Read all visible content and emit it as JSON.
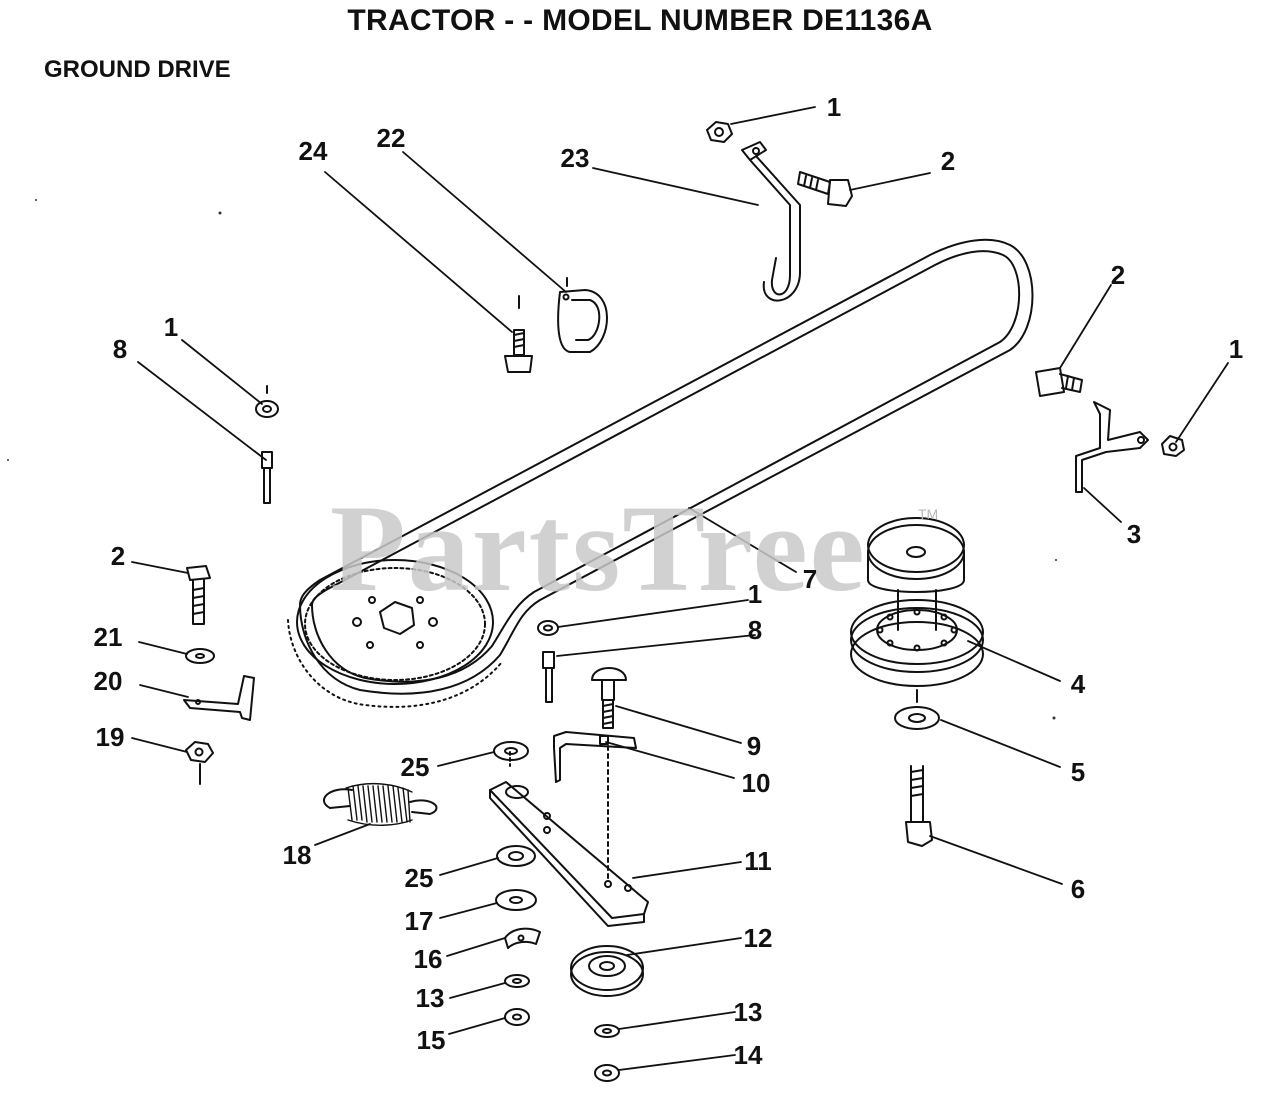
{
  "title": "TRACTOR - - MODEL NUMBER DE1136A",
  "section": "GROUND DRIVE",
  "watermark": {
    "text": "PartsTree",
    "tm": "TM"
  },
  "callouts": {
    "c1a": "1",
    "c2a": "2",
    "c23": "23",
    "c22": "22",
    "c24": "24",
    "c2b": "2",
    "c1b": "1",
    "c1c": "1",
    "c8a": "8",
    "c3": "3",
    "c2c": "2",
    "c7": "7",
    "c21": "21",
    "c1d": "1",
    "c8b": "8",
    "c20": "20",
    "c4": "4",
    "c19": "19",
    "c9": "9",
    "c25a": "25",
    "c10": "10",
    "c5": "5",
    "c18": "18",
    "c11": "11",
    "c25b": "25",
    "c6": "6",
    "c17": "17",
    "c12": "12",
    "c16": "16",
    "c13a": "13",
    "c15": "15",
    "c13b": "13",
    "c14": "14"
  }
}
